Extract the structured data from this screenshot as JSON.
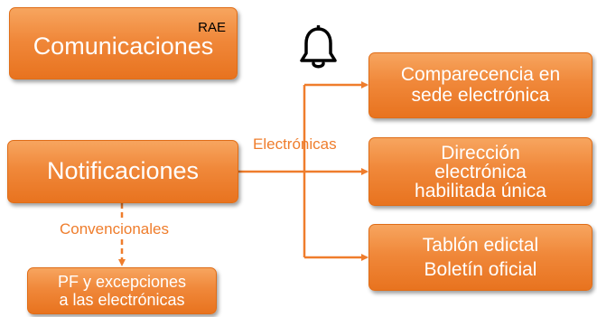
{
  "colors": {
    "accent": "#ef7d2c",
    "box_fill": "#f08a3c",
    "text_on_box": "#ffffff"
  },
  "comunicaciones": {
    "title": "Comunicaciones",
    "badge": "RAE"
  },
  "bell": {
    "icon": "bell-icon"
  },
  "notificaciones": {
    "title": "Notificaciones"
  },
  "edge_labels": {
    "electronicas": "Electrónicas",
    "convencionales": "Convencionales"
  },
  "targets": {
    "comparecencia": [
      "Comparecencia en",
      "sede electrónica"
    ],
    "direccion": [
      "Dirección",
      "electrónica",
      "habilitada única"
    ],
    "tablon": [
      "Tablón edictal",
      "Boletín oficial"
    ],
    "pf": [
      "PF y excepciones",
      "a las electrónicas"
    ]
  }
}
